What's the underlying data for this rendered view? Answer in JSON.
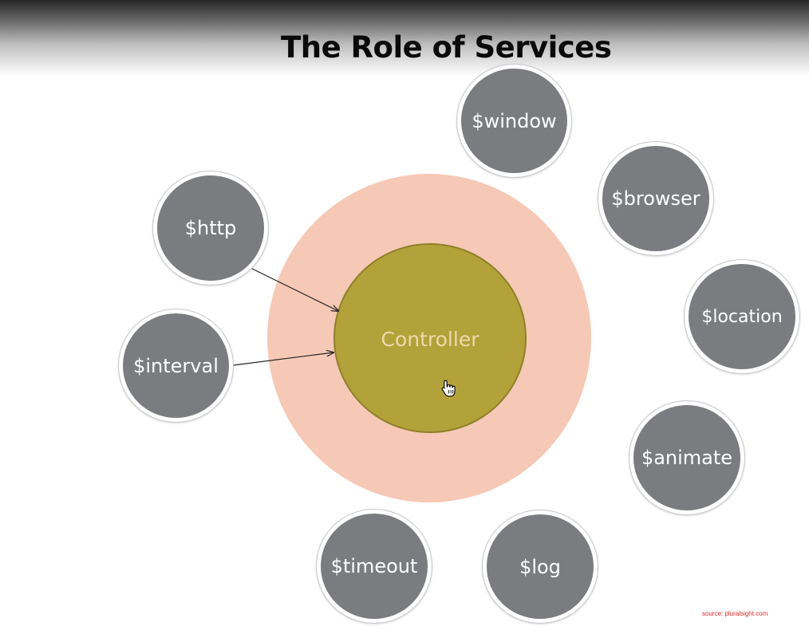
{
  "slide": {
    "title": "The Role of Services",
    "source": "source: pluralsight.com"
  },
  "diagram": {
    "center": {
      "label": "Controller"
    },
    "services": {
      "window": "$window",
      "browser": "$browser",
      "location": "$location",
      "animate": "$animate",
      "log": "$log",
      "timeout": "$timeout",
      "interval": "$interval",
      "http": "$http"
    },
    "connected_services": [
      "$http",
      "$interval"
    ]
  },
  "colors": {
    "service_fill": "#7b7c80",
    "outer_ring": "#f6c8b6",
    "controller_fill": "#b3a23a",
    "controller_text": "#f1d8ab",
    "source_text": "#e0262b"
  },
  "icons": {
    "cursor": "hand-pointer-icon"
  }
}
